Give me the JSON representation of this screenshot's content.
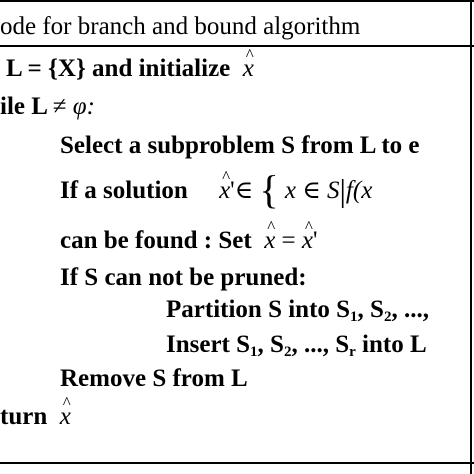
{
  "header": "ode for branch and bound algorithm",
  "lines": {
    "l1_a": "L = {X} and initialize",
    "l2_a": "ile L",
    "l2_neq": "≠",
    "l2_phi": "φ:",
    "l3": "Select a subproblem S from L to e",
    "l4_a": "If   a   solution",
    "l4_prime": "'∈",
    "l4_brace": "{",
    "l4_x": "x",
    "l4_in": "∈",
    "l4_S": "S",
    "l4_bar": "|",
    "l4_f": "f",
    "l4_paren": "(x",
    "l5_a": "can be found : Set",
    "l5_eq": "=",
    "l5_prime": "'",
    "l6": "If S can not be pruned:",
    "l7_a": "Partition S into S",
    "l7_s1": "1",
    "l7_b": ", S",
    "l7_s2": "2",
    "l7_c": ", ...,",
    "l8_a": "Insert S",
    "l8_s1": "1",
    "l8_b": ", S",
    "l8_s2": "2",
    "l8_c": ", ..., S",
    "l8_sr": "r",
    "l8_d": " into L",
    "l9": "Remove S from L",
    "l10_a": "turn",
    "xhat": "x"
  }
}
